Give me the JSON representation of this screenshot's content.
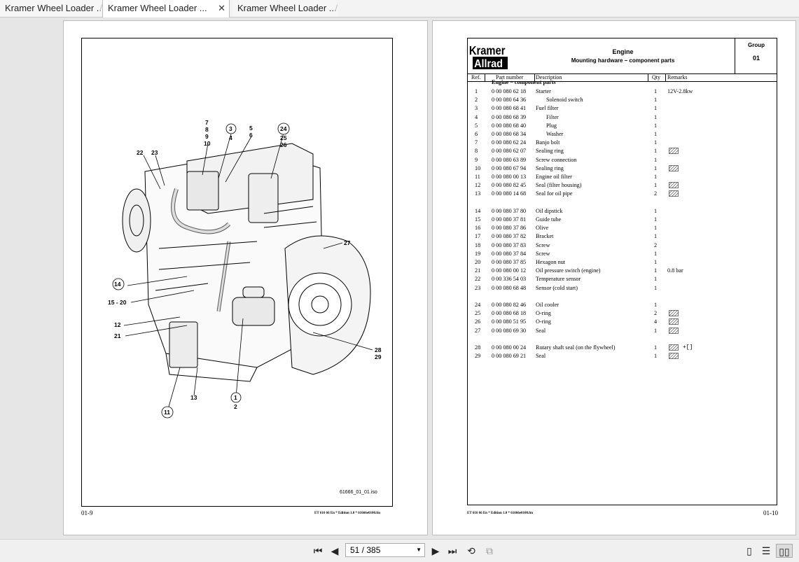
{
  "tabs": [
    {
      "label": "Kramer Wheel Loader ..."
    },
    {
      "label": "Kramer Wheel Loader ..."
    },
    {
      "label": "Kramer Wheel Loader ..."
    }
  ],
  "left_page": {
    "page_number": "01-9",
    "footer": "ET 616 66 En * Edition 1.0 * 61666e0100.fm",
    "caption": "61666_01_01.iso",
    "callouts": [
      "7",
      "8",
      "9",
      "10",
      "3",
      "4",
      "5",
      "6",
      "24",
      "25",
      "26",
      "22",
      "23",
      "27",
      "14",
      "15 - 20",
      "12",
      "21",
      "28",
      "29",
      "13",
      "1",
      "2",
      "11"
    ]
  },
  "right_page": {
    "page_number": "01-10",
    "footer": "ET 616 66 En * Edition 1.0 * 61666e0100.fm",
    "logo_top": "Kramer",
    "logo_bottom": "Allrad",
    "title": "Engine",
    "subtitle": "Mounting hardware – component parts",
    "group_label": "Group",
    "group_value": "01",
    "columns": {
      "ref": "Ref.",
      "part": "Part number",
      "desc": "Description",
      "qty": "Qty",
      "remarks": "Remarks"
    },
    "section": "Engine – component parts",
    "rows": [
      {
        "ref": "1",
        "part": "0 00 080 62 18",
        "desc": "Starter",
        "qty": "1",
        "remarks": "12V-2.8kw"
      },
      {
        "ref": "2",
        "part": "0 00 080 64 36",
        "desc": "Solenoid switch",
        "qty": "1",
        "remarks": ""
      },
      {
        "ref": "3",
        "part": "0 00 080 68 41",
        "desc": "Fuel filter",
        "qty": "1",
        "remarks": ""
      },
      {
        "ref": "4",
        "part": "0 00 080 68 39",
        "desc": "Filter",
        "qty": "1",
        "remarks": ""
      },
      {
        "ref": "5",
        "part": "0 00 080 68 40",
        "desc": "Plug",
        "qty": "1",
        "remarks": ""
      },
      {
        "ref": "6",
        "part": "0 00 080 68 34",
        "desc": "Washer",
        "qty": "1",
        "remarks": ""
      },
      {
        "ref": "7",
        "part": "0 00 080 62 24",
        "desc": "Banjo bolt",
        "qty": "1",
        "remarks": ""
      },
      {
        "ref": "8",
        "part": "0 00 080 62 07",
        "desc": "Sealing ring",
        "qty": "1",
        "remarks": ""
      },
      {
        "ref": "9",
        "part": "0 00 080 63 89",
        "desc": "Screw connection",
        "qty": "1",
        "remarks": ""
      },
      {
        "ref": "10",
        "part": "0 00 080 67 94",
        "desc": "Sealing ring",
        "qty": "1",
        "remarks": ""
      },
      {
        "ref": "11",
        "part": "0 00 080 00 13",
        "desc": "Engine oil filter",
        "qty": "1",
        "remarks": ""
      },
      {
        "ref": "12",
        "part": "0 00 080 82 45",
        "desc": "Seal (filter housing)",
        "qty": "1",
        "remarks": ""
      },
      {
        "ref": "13",
        "part": "0 00 080 14 68",
        "desc": "Seal for oil pipe",
        "qty": "2",
        "remarks": ""
      },
      {
        "ref": "14",
        "part": "0 00 080 37 80",
        "desc": "Oil dipstick",
        "qty": "1",
        "remarks": ""
      },
      {
        "ref": "15",
        "part": "0 00 080 37 81",
        "desc": "Guide tube",
        "qty": "1",
        "remarks": ""
      },
      {
        "ref": "16",
        "part": "0 00 080 37 86",
        "desc": "Olive",
        "qty": "1",
        "remarks": ""
      },
      {
        "ref": "17",
        "part": "0 00 080 37 82",
        "desc": "Bracket",
        "qty": "1",
        "remarks": ""
      },
      {
        "ref": "18",
        "part": "0 00 080 37 83",
        "desc": "Screw",
        "qty": "2",
        "remarks": ""
      },
      {
        "ref": "19",
        "part": "0 00 080 37 84",
        "desc": "Screw",
        "qty": "1",
        "remarks": ""
      },
      {
        "ref": "20",
        "part": "0 00 080 37 85",
        "desc": "Hexagon nut",
        "qty": "1",
        "remarks": ""
      },
      {
        "ref": "21",
        "part": "0 00 080 00 12",
        "desc": "Oil pressure switch (engine)",
        "qty": "1",
        "remarks": "0.8 bar"
      },
      {
        "ref": "22",
        "part": "0 00 336 54 03",
        "desc": "Temperature sensor",
        "qty": "1",
        "remarks": ""
      },
      {
        "ref": "23",
        "part": "0 00 080 68 48",
        "desc": "Sensor (cold start)",
        "qty": "1",
        "remarks": ""
      },
      {
        "ref": "24",
        "part": "0 00 080 82 46",
        "desc": "Oil cooler",
        "qty": "1",
        "remarks": ""
      },
      {
        "ref": "25",
        "part": "0 00 080 68 18",
        "desc": "O-ring",
        "qty": "2",
        "remarks": ""
      },
      {
        "ref": "26",
        "part": "0 00 080 51 95",
        "desc": "O-ring",
        "qty": "4",
        "remarks": ""
      },
      {
        "ref": "27",
        "part": "0 00 080 69 30",
        "desc": "Seal",
        "qty": "1",
        "remarks": ""
      },
      {
        "ref": "28",
        "part": "0 00 080 00 24",
        "desc": "Rotary shaft seal (on the flywheel)",
        "qty": "1",
        "remarks": ""
      },
      {
        "ref": "29",
        "part": "0 00 080 69 21",
        "desc": "Seal",
        "qty": "1",
        "remarks": ""
      }
    ]
  },
  "toolbar": {
    "page_display": "51 / 385",
    "icons": [
      "first-page-icon",
      "prev-page-icon",
      "next-page-icon",
      "last-page-icon",
      "rotate-icon",
      "copy-icon",
      "single-page-view-icon",
      "continuous-view-icon",
      "two-page-view-icon"
    ]
  }
}
